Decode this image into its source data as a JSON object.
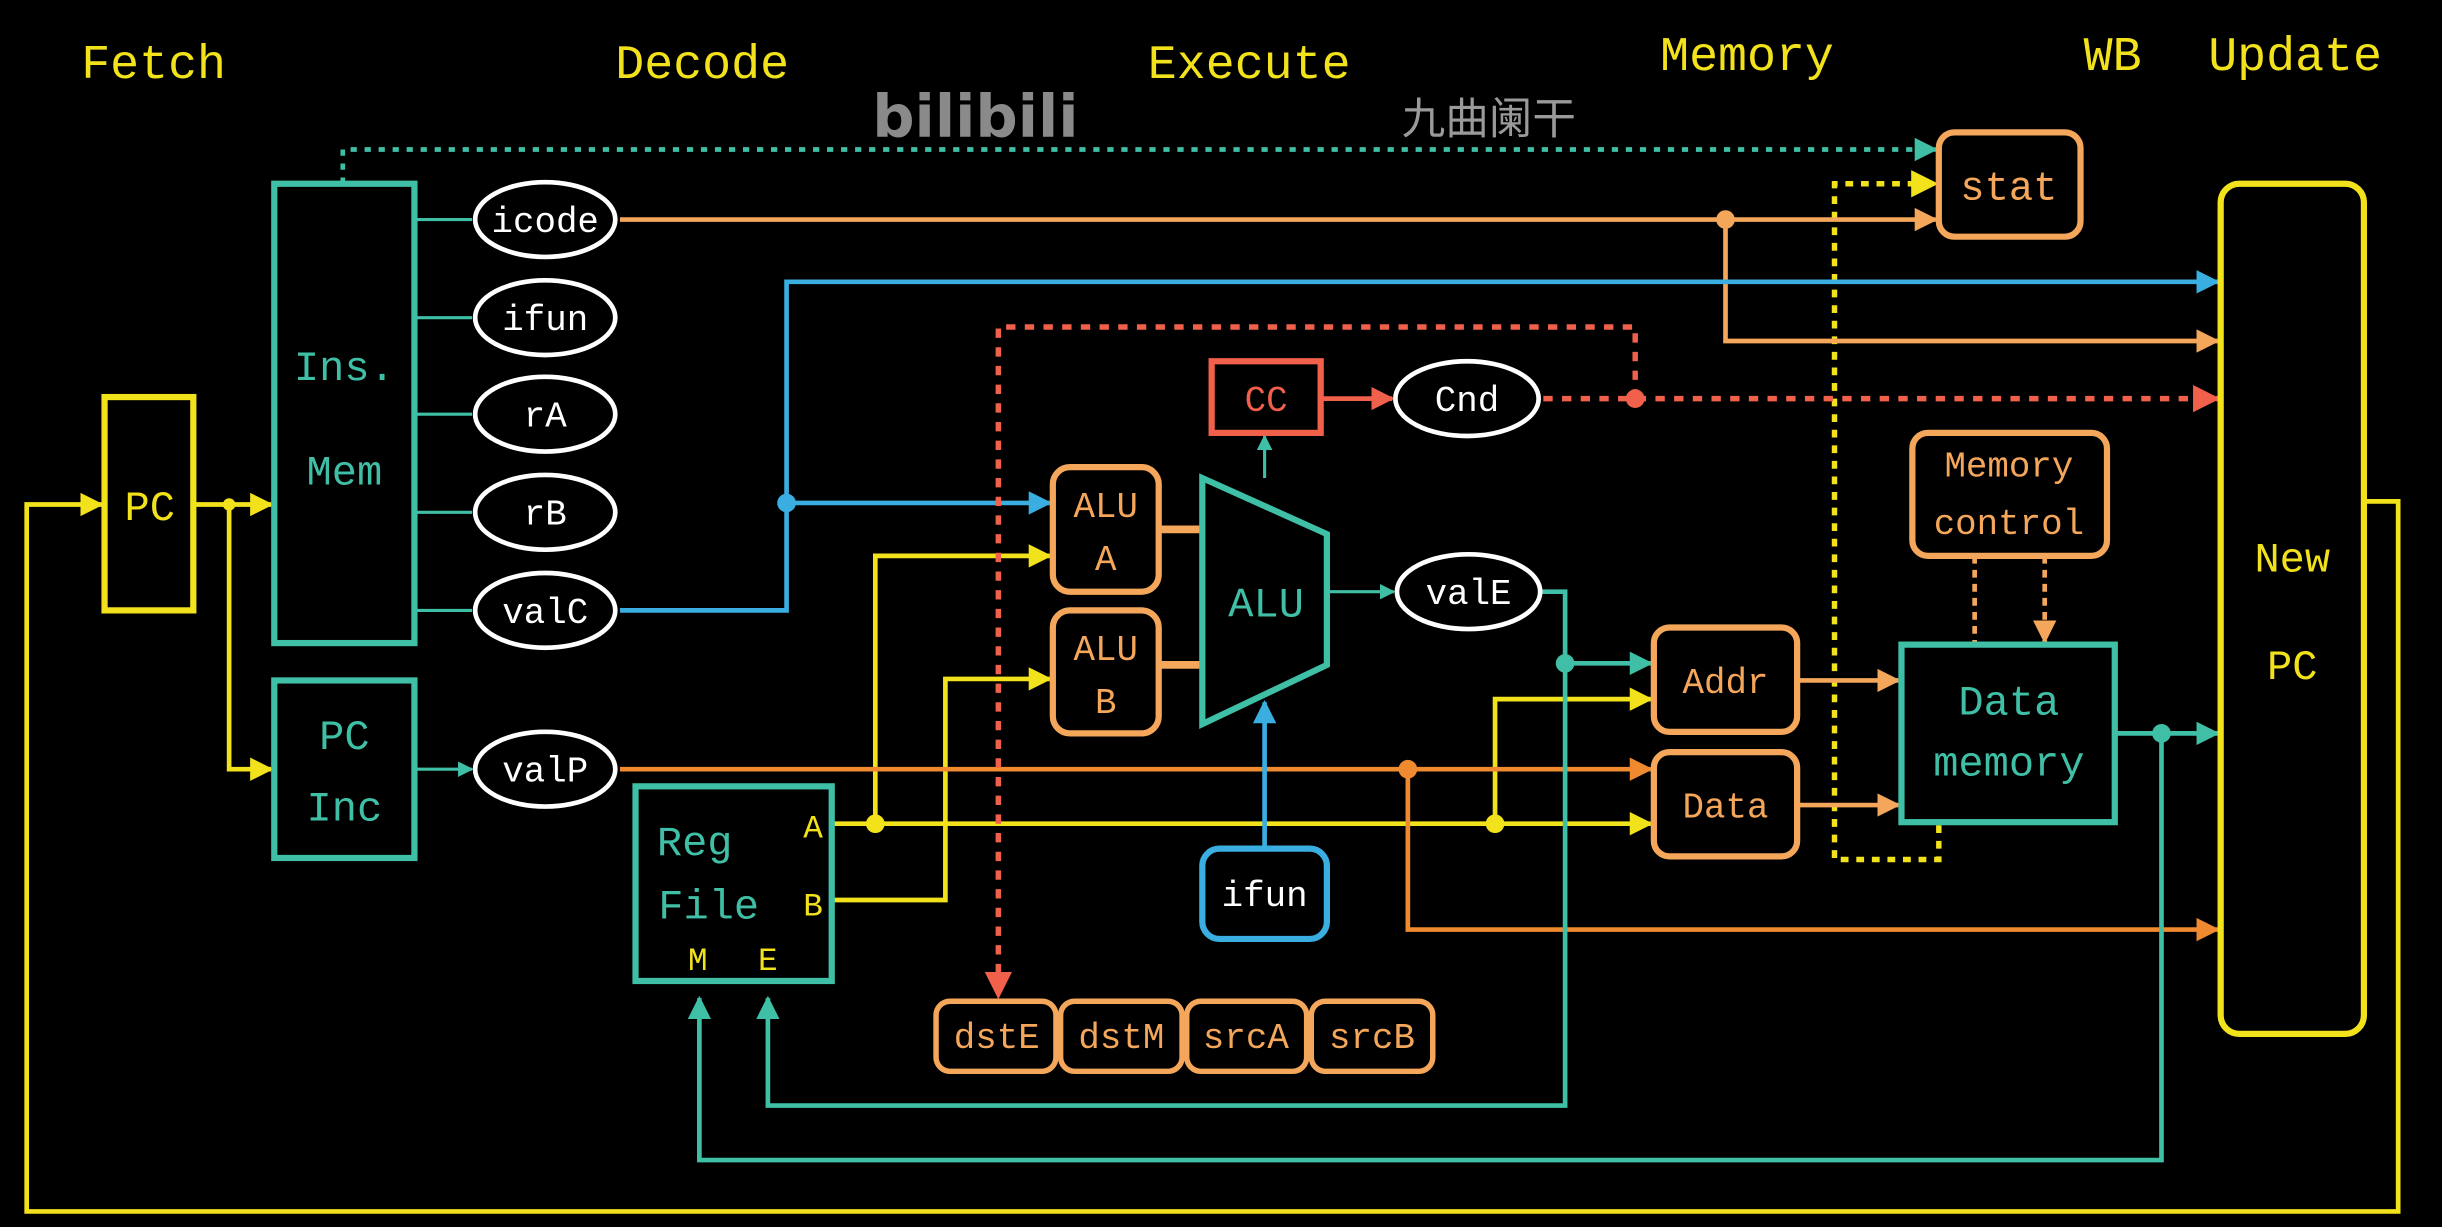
{
  "stages": [
    "Fetch",
    "Decode",
    "Execute",
    "Memory",
    "WB",
    "Update"
  ],
  "fetch": {
    "pc": "PC",
    "ins_mem": [
      "Ins.",
      "Mem"
    ],
    "pc_inc": [
      "PC",
      "Inc"
    ]
  },
  "signals": {
    "icode": "icode",
    "ifun": "ifun",
    "rA": "rA",
    "rB": "rB",
    "valC": "valC",
    "valP": "valP",
    "valE": "valE",
    "cnd": "Cnd"
  },
  "decode": {
    "reg_file": [
      "Reg",
      "File"
    ],
    "port_a": "A",
    "port_b": "B",
    "port_m": "M",
    "port_e": "E",
    "regs": [
      "dstE",
      "dstM",
      "srcA",
      "srcB"
    ]
  },
  "execute": {
    "alu_a": [
      "ALU",
      "A"
    ],
    "alu_b": [
      "ALU",
      "B"
    ],
    "alu": "ALU",
    "cc": "CC",
    "ifun": "ifun"
  },
  "memory": {
    "addr": "Addr",
    "data": "Data",
    "control": [
      "Memory",
      "control"
    ],
    "data_memory": [
      "Data",
      "memory"
    ],
    "stat": "stat"
  },
  "update": {
    "new_pc": [
      "New",
      "PC"
    ]
  },
  "watermark": {
    "author": "九曲阑干",
    "logo": "bilibili"
  },
  "colors": {
    "yellow": "#f2e21c",
    "teal": "#3fbfa6",
    "orange": "#f4a65a",
    "dark_orange": "#f08a30",
    "blue": "#3aaee0",
    "red": "#f0604a",
    "white": "#ffffff"
  }
}
